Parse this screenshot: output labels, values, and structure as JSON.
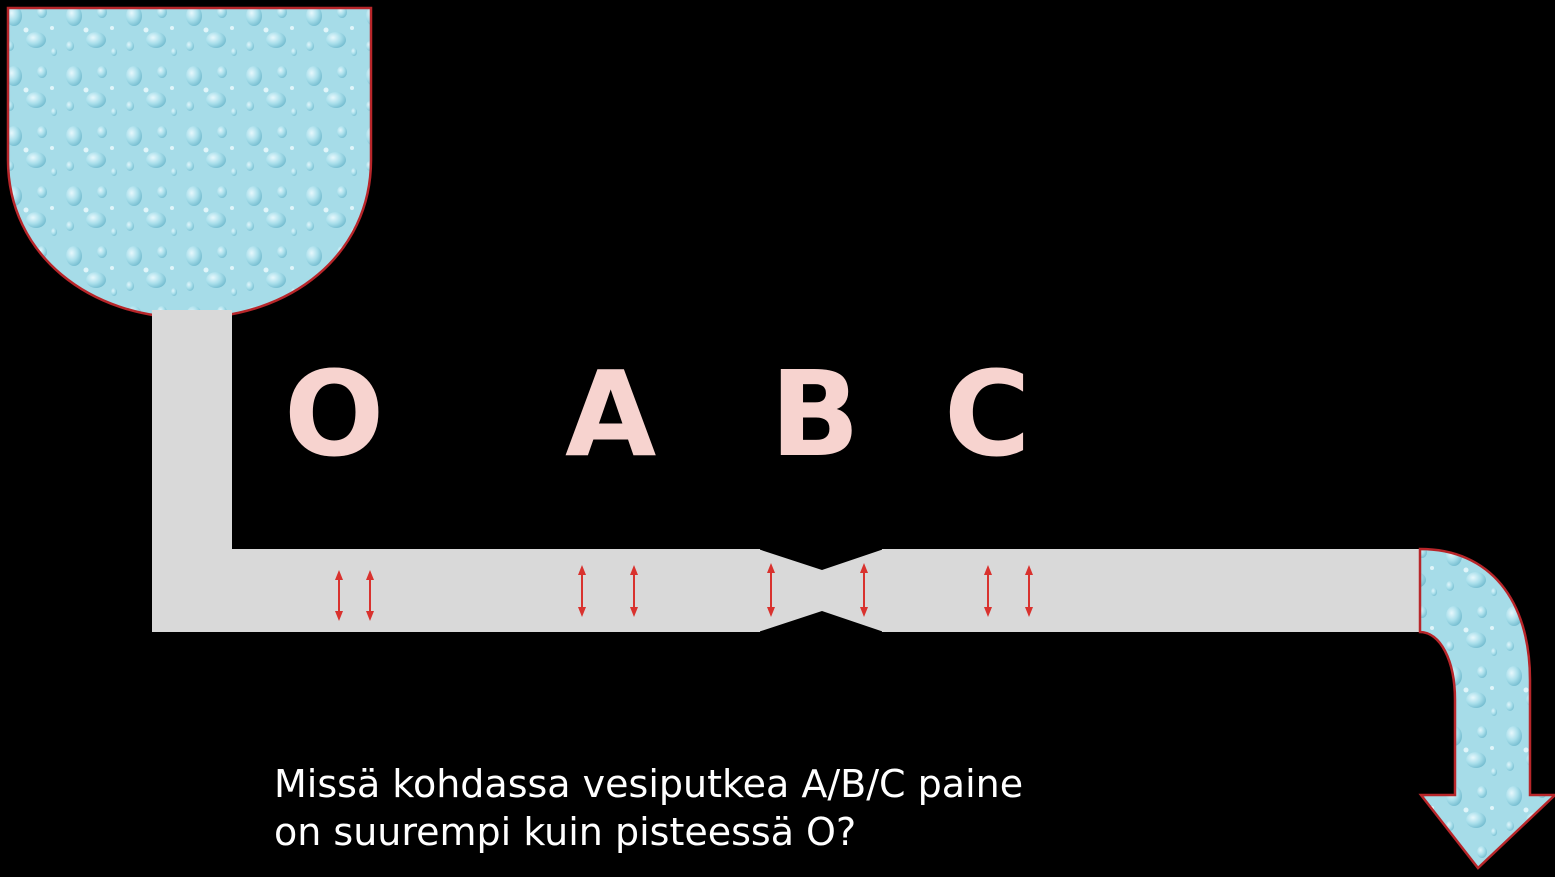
{
  "diagram": {
    "points": [
      "O",
      "A",
      "B",
      "C"
    ],
    "question": {
      "line1": "Missä kohdassa vesiputkea A/B/C paine",
      "line2": "on suurempi kuin pisteessä O?"
    },
    "colors": {
      "background": "#000000",
      "water": "#a6dce8",
      "pipe": "#d9d9d9",
      "outline": "#b8262a",
      "pressure_arrow": "#d9322e",
      "label": "#f7d3cf",
      "question_text": "#ffffff"
    }
  }
}
